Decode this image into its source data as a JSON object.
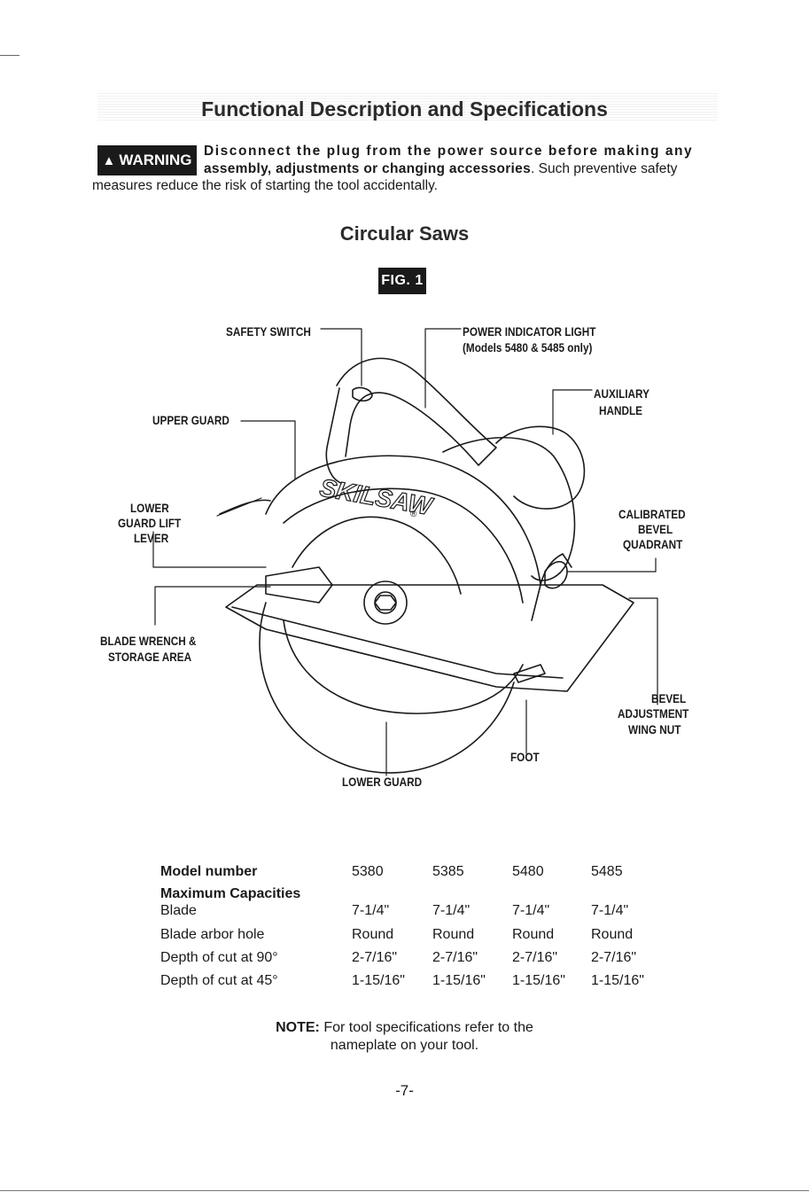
{
  "header": {
    "title": "Functional Description and Specifications"
  },
  "warning": {
    "badge": "WARNING",
    "line1": "Disconnect the plug from the power source before making any",
    "line2_bold": "assembly, adjustments or changing accessories",
    "line2_rest": ". Such preventive safety",
    "line3": "measures reduce the risk of starting the tool accidentally."
  },
  "section": {
    "title": "Circular Saws",
    "figure_label": "FIG. 1"
  },
  "diagram": {
    "brand": "SKILSAW",
    "labels": {
      "safety_switch": "SAFETY SWITCH",
      "power_light_1": "POWER INDICATOR LIGHT",
      "power_light_2": "(Models 5480 & 5485 only)",
      "aux_handle_1": "AUXILIARY",
      "aux_handle_2": "HANDLE",
      "upper_guard": "UPPER GUARD",
      "lower_lift_1": "LOWER",
      "lower_lift_2": "GUARD LIFT",
      "lower_lift_3": "LEVER",
      "bevel_quad_1": "CALIBRATED",
      "bevel_quad_2": "BEVEL",
      "bevel_quad_3": "QUADRANT",
      "wrench_1": "BLADE WRENCH &",
      "wrench_2": "STORAGE AREA",
      "wing_nut_1": "BEVEL",
      "wing_nut_2": "ADJUSTMENT",
      "wing_nut_3": "WING NUT",
      "foot": "FOOT",
      "lower_guard": "LOWER GUARD"
    }
  },
  "specs": {
    "model_label": "Model number",
    "models": [
      "5380",
      "5385",
      "5480",
      "5485"
    ],
    "capacities_label": "Maximum Capacities",
    "rows": [
      {
        "label": "Blade",
        "values": [
          "7-1/4\"",
          "7-1/4\"",
          "7-1/4\"",
          "7-1/4\""
        ]
      },
      {
        "label": "Blade arbor hole",
        "values": [
          "Round",
          "Round",
          "Round",
          "Round"
        ]
      },
      {
        "label": "Depth of cut at 90°",
        "values": [
          "2-7/16\"",
          "2-7/16\"",
          "2-7/16\"",
          "2-7/16\""
        ]
      },
      {
        "label": "Depth of cut at 45°",
        "values": [
          "1-15/16\"",
          "1-15/16\"",
          "1-15/16\"",
          "1-15/16\""
        ]
      }
    ]
  },
  "note": {
    "prefix": "NOTE:",
    "line1": " For tool specifications refer to the",
    "line2": "nameplate on your tool."
  },
  "footer": {
    "page_number": "-7-"
  }
}
